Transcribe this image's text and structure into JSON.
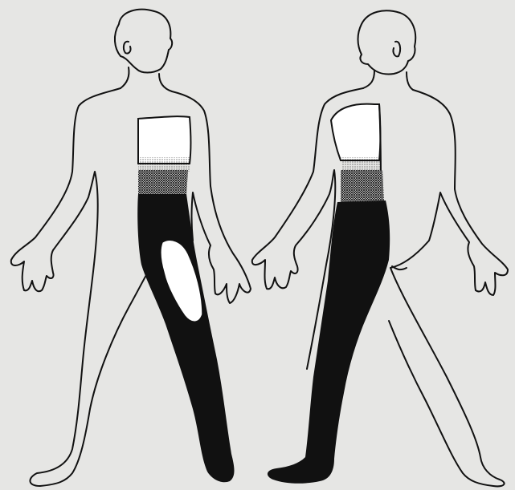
{
  "figure": {
    "paper_color": "#e6e6e4",
    "ink_color": "#111111",
    "figures": [
      {
        "view": "front",
        "facing": "right",
        "regions": [
          "anesthetic-area",
          "hypesthetic-band",
          "outlined-area",
          "spared-patch"
        ]
      },
      {
        "view": "front",
        "facing": "right",
        "regions": [
          "anesthetic-area",
          "hypesthetic-band",
          "outlined-area"
        ]
      }
    ]
  }
}
